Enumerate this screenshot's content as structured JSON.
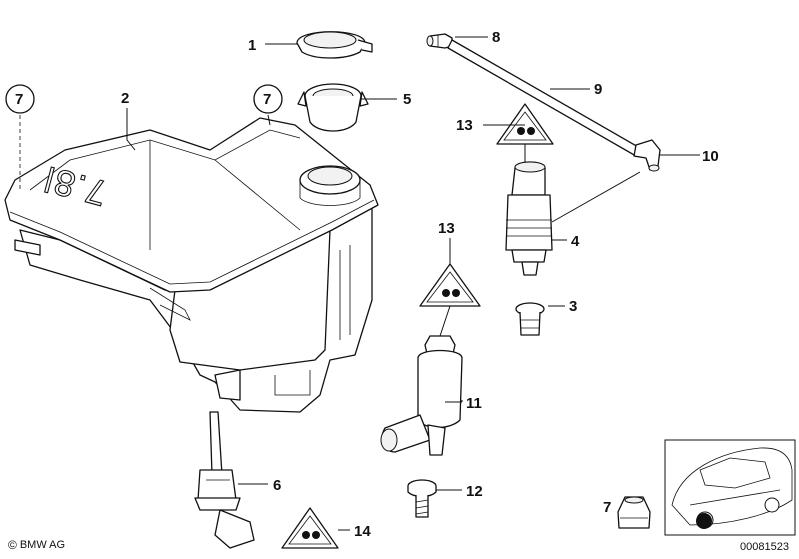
{
  "diagram": {
    "tank_marking": "7.8l",
    "callouts": {
      "c1": "1",
      "c2": "2",
      "c3": "3",
      "c4": "4",
      "c5": "5",
      "c6": "6",
      "c7a": "7",
      "c7b": "7",
      "c7c": "7",
      "c8": "8",
      "c9": "9",
      "c10": "10",
      "c11": "11",
      "c12": "12",
      "c13a": "13",
      "c13b": "13",
      "c14": "14"
    }
  },
  "footer": {
    "copyright_symbol": "©",
    "brand": "BMW AG",
    "drawing_number": "00081523"
  }
}
